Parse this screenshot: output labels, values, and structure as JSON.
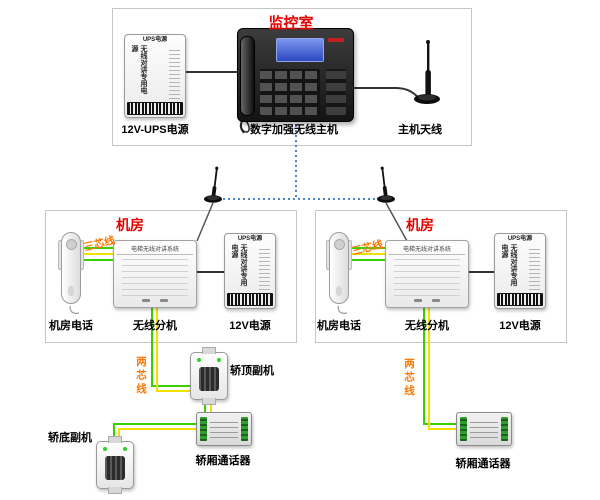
{
  "colors": {
    "title_red": "#e80000",
    "wire_label_orange": "#ff7700",
    "wire_green": "#3ad000",
    "wire_yellow": "#f0e000",
    "link_blue_dotted": "#4a86c8",
    "link_black": "#333333"
  },
  "monitor_room": {
    "title": "监控室",
    "ups_label": "12V-UPS电源",
    "host_label": "数字加强无线主机",
    "antenna_label": "主机天线"
  },
  "machine_room_left": {
    "title": "机房",
    "wire3_label": "三芯线",
    "phone_label": "机房电话",
    "extension_label": "无线分机",
    "power_label": "12V电源"
  },
  "machine_room_right": {
    "title": "机房",
    "wire3_label": "三芯线",
    "phone_label": "机房电话",
    "extension_label": "无线分机",
    "power_label": "12V电源"
  },
  "elevator_left": {
    "wire2_label": "两芯线",
    "car_top_unit_label": "轿顶副机",
    "car_bottom_unit_label": "轿底副机",
    "cabin_intercom_label": "轿厢通话器"
  },
  "elevator_right": {
    "wire2_label": "两芯线",
    "cabin_intercom_label": "轿厢通话器"
  },
  "device_text": {
    "ups_badge": "UPS电源",
    "ups_vertical_text": "无线对讲专用电源",
    "extension_header": "电梯无线对讲系统"
  }
}
